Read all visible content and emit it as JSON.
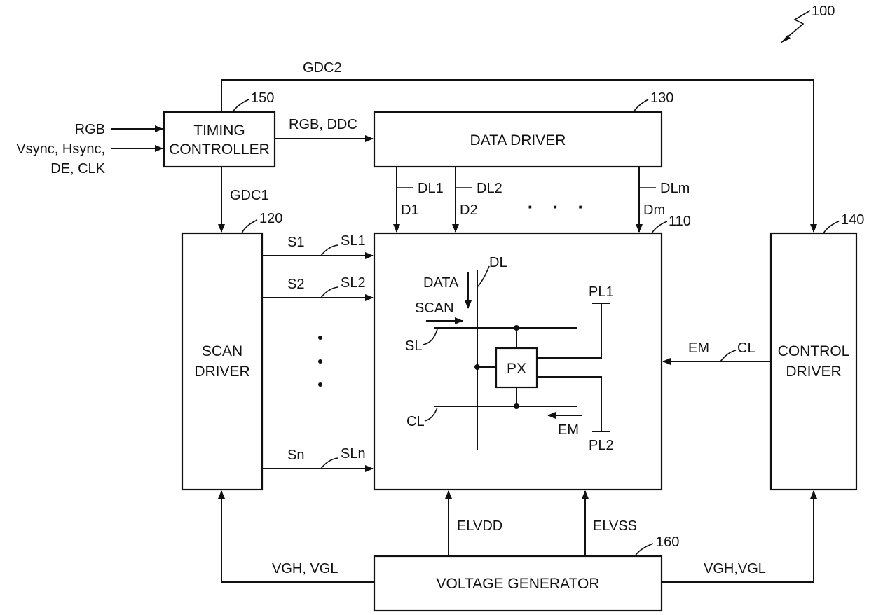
{
  "figure_ref": "100",
  "blocks": {
    "timing_controller": {
      "ref": "150",
      "line1": "TIMING",
      "line2": "CONTROLLER"
    },
    "data_driver": {
      "ref": "130",
      "label": "DATA DRIVER"
    },
    "scan_driver": {
      "ref": "120",
      "line1": "SCAN",
      "line2": "DRIVER"
    },
    "display_panel": {
      "ref": "110"
    },
    "control_driver": {
      "ref": "140",
      "line1": "CONTROL",
      "line2": "DRIVER"
    },
    "voltage_generator": {
      "ref": "160",
      "label": "VOLTAGE GENERATOR"
    }
  },
  "signals": {
    "gdc2": "GDC2",
    "gdc1": "GDC1",
    "rgb_in": "RGB",
    "sync_in_1": "Vsync, Hsync,",
    "sync_in_2": "DE, CLK",
    "rgb_ddc": "RGB, DDC",
    "dl1": "DL1",
    "dl2": "DL2",
    "dlm": "DLm",
    "d1": "D1",
    "d2": "D2",
    "dm": "Dm",
    "dots": "· · ·",
    "s1": "S1",
    "sl1": "SL1",
    "s2": "S2",
    "sl2": "SL2",
    "sn": "Sn",
    "sln": "SLn",
    "em_ctrl": "EM",
    "cl_ctrl": "CL",
    "elvdd": "ELVDD",
    "elvss": "ELVSS",
    "vgh_vgl_left": "VGH, VGL",
    "vgh_vgl_right": "VGH,VGL"
  },
  "pixel": {
    "dl": "DL",
    "data": "DATA",
    "scan": "SCAN",
    "sl": "SL",
    "px": "PX",
    "pl1": "PL1",
    "pl2": "PL2",
    "cl": "CL",
    "em": "EM"
  }
}
